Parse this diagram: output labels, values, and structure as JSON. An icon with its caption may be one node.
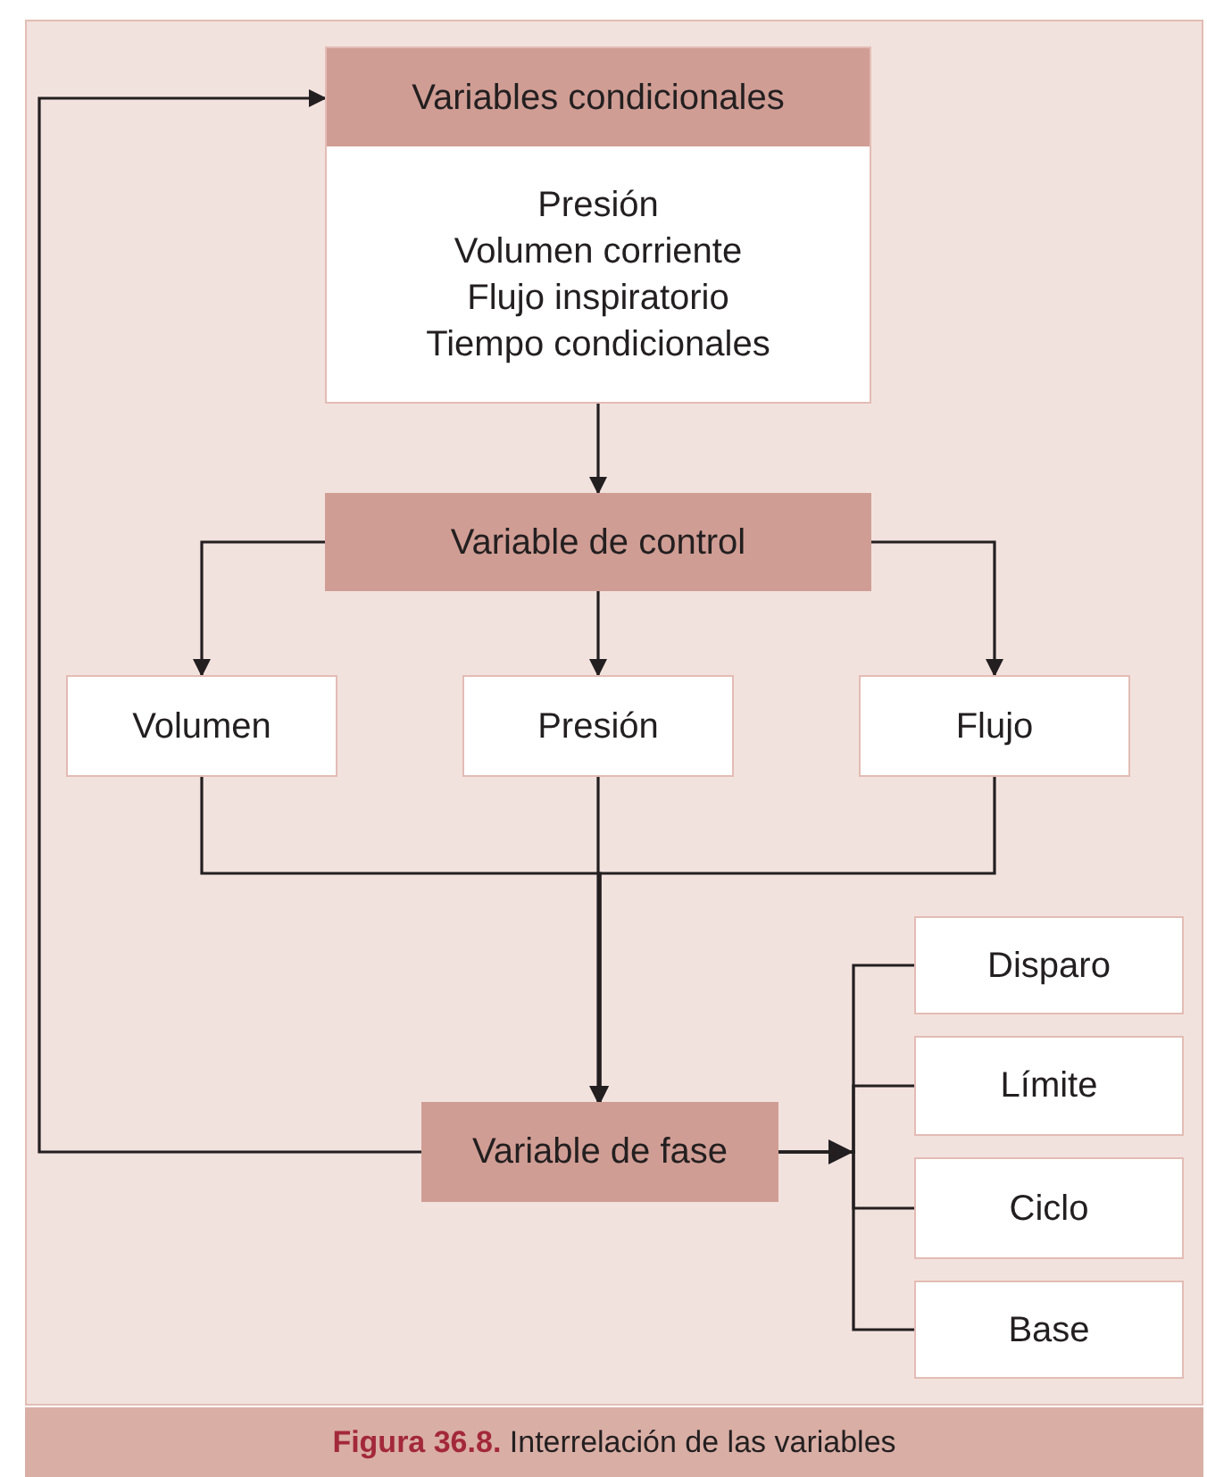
{
  "diagram": {
    "caption": "**Figura 36.8.** Interrelación de las variables",
    "nodes": [
      {
        "text": [
          "Variables condicionales",
          "Presión",
          "Volumen corriente",
          "Flujo inspiratorio",
          "Tiempo condicionales"
        ]
      },
      {
        "text": [
          "Variable de control"
        ]
      },
      {
        "text": [
          "Volumen"
        ]
      },
      {
        "text": [
          "Presión"
        ]
      },
      {
        "text": [
          "Flujo"
        ]
      },
      {
        "text": [
          "Variable de fase"
        ]
      },
      {
        "text": [
          "Disparo"
        ]
      },
      {
        "text": [
          "Límite"
        ]
      },
      {
        "text": [
          "Ciclo"
        ]
      },
      {
        "text": [
          "Base"
        ]
      }
    ],
    "edges": [
      {
        "from": 0,
        "to": 1,
        "arrow": "to"
      },
      {
        "from": 1,
        "to": 2,
        "arrow": "to"
      },
      {
        "from": 1,
        "to": 3,
        "arrow": "to"
      },
      {
        "from": 1,
        "to": 4,
        "arrow": "to"
      },
      {
        "from": 2,
        "to": 5,
        "arrow": "to"
      },
      {
        "from": 3,
        "to": 5,
        "arrow": "to"
      },
      {
        "from": 4,
        "to": 5,
        "arrow": "to"
      },
      {
        "from": 5,
        "to": 0,
        "arrow": "to"
      },
      {
        "from": 5,
        "to": 6,
        "arrow": "to"
      },
      {
        "from": 5,
        "to": 7,
        "arrow": "to"
      },
      {
        "from": 5,
        "to": 8,
        "arrow": "to"
      },
      {
        "from": 5,
        "to": 9,
        "arrow": "to"
      }
    ]
  }
}
